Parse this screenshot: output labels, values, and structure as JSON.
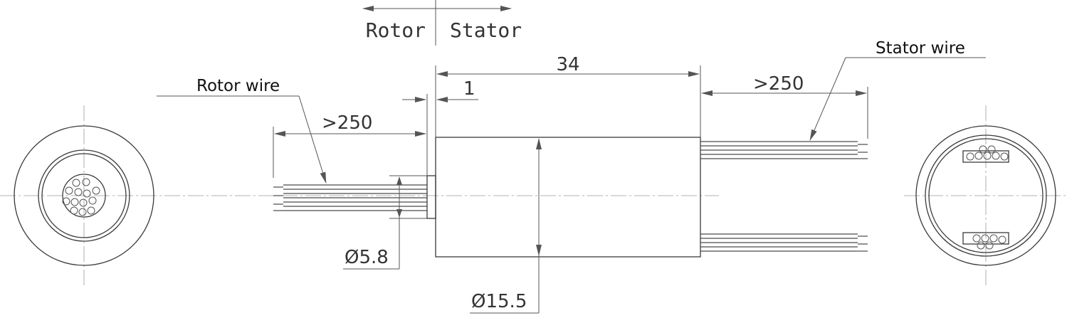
{
  "direction": {
    "rotor": "Rotor",
    "stator": "Stator"
  },
  "labels": {
    "rotor_wire": "Rotor wire",
    "stator_wire": "Stator wire"
  },
  "dimensions": {
    "length": "34",
    "flange": "1",
    "rotor_wire_length": ">250",
    "stator_wire_length": ">250",
    "rotor_diameter": "Ø5.8",
    "body_diameter": "Ø15.5"
  },
  "colors": {
    "line": "#3a3a3a",
    "centerline": "#9a9a9a",
    "background": "#ffffff"
  }
}
